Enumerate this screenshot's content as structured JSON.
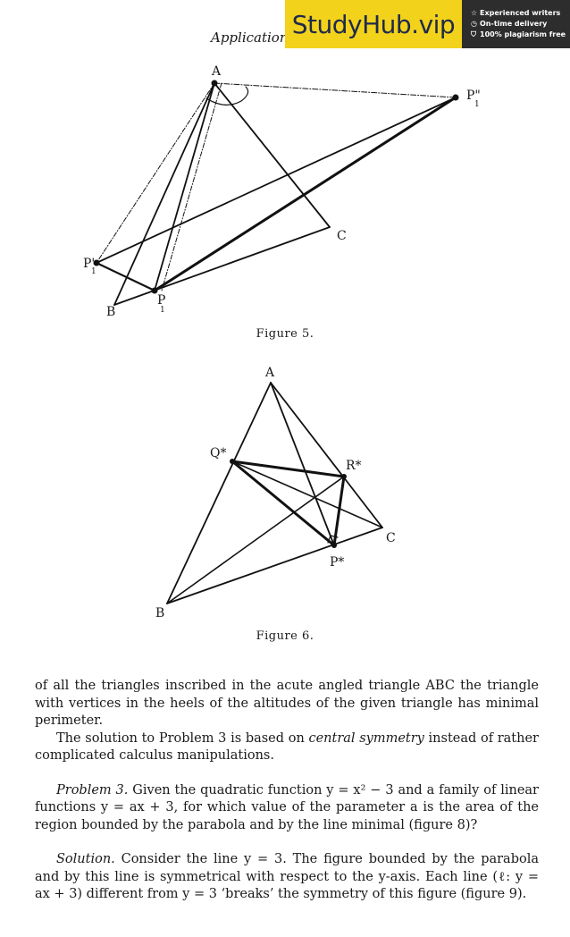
{
  "header": {
    "running_title": "Applications"
  },
  "ad": {
    "logo": "StudyHub.vip",
    "items": [
      {
        "icon": "star-icon",
        "text": "Experienced writers"
      },
      {
        "icon": "clock-icon",
        "text": "On-time delivery"
      },
      {
        "icon": "shield-icon",
        "text": "100% plagiarism free"
      }
    ]
  },
  "figure5": {
    "caption": "Figure 5.",
    "labels": {
      "A": "A",
      "B": "B",
      "C": "C",
      "P1": "P",
      "P1_sub": "1",
      "P1p": "P'",
      "P1p_sub": "1",
      "P1pp": "P\"",
      "P1pp_sub": "1"
    }
  },
  "figure6": {
    "caption": "Figure 6.",
    "labels": {
      "A": "A",
      "B": "B",
      "C": "C",
      "Q": "Q*",
      "R": "R*",
      "P": "P*"
    }
  },
  "text": {
    "p1": "of all the triangles inscribed in the acute angled triangle ABC the triangle with vertices in the heels of the altitudes of the given triangle has minimal perimeter.",
    "p2_a": "The solution to Problem 3 is based on ",
    "p2_em": "central symmetry",
    "p2_b": " instead of rather complicated calculus manipulations.",
    "p3_label": "Problem 3.",
    "p3_body": "Given the quadratic function y = x² − 3 and a family of linear functions y = ax + 3, for which value of the parameter a is the area of the region bounded by the parabola and by the line minimal (figure 8)?",
    "p4_label": "Solution.",
    "p4_body": "Consider the line y = 3. The figure bounded by the parabola and by this line is symmetrical with respect to the y-axis. Each line (ℓ: y = ax + 3) different from y = 3 ‘breaks’ the symmetry of this figure (figure 9)."
  }
}
